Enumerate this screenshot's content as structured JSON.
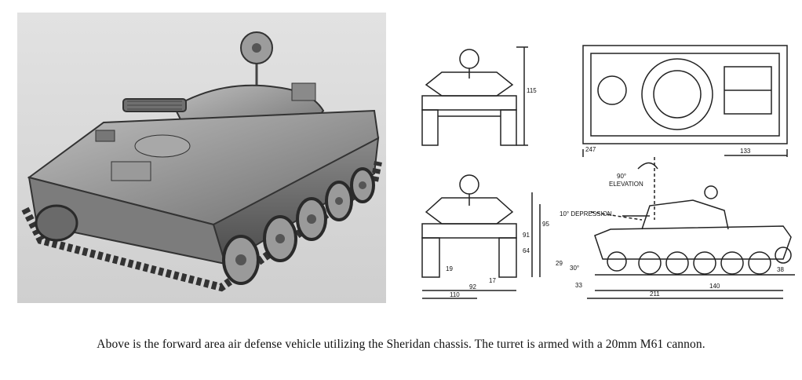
{
  "caption": "Above is the forward area air defense vehicle utilizing the Sheridan chassis. The turret is armed with a 20mm M61 cannon.",
  "dims": {
    "height_front": "115",
    "height_rear": "95",
    "width_top": "247",
    "length_top": "133",
    "d_91": "91",
    "d_64": "64",
    "d_19": "19",
    "d_29": "29",
    "d_17": "17",
    "d_92": "92",
    "d_110": "110",
    "d_33": "33",
    "d_140": "140",
    "d_211": "211",
    "d_38": "38",
    "angle_30": "30°",
    "elevation_angle": "90°",
    "elevation_label": "ELEVATION",
    "depression_label": "10° DEPRESSION"
  }
}
